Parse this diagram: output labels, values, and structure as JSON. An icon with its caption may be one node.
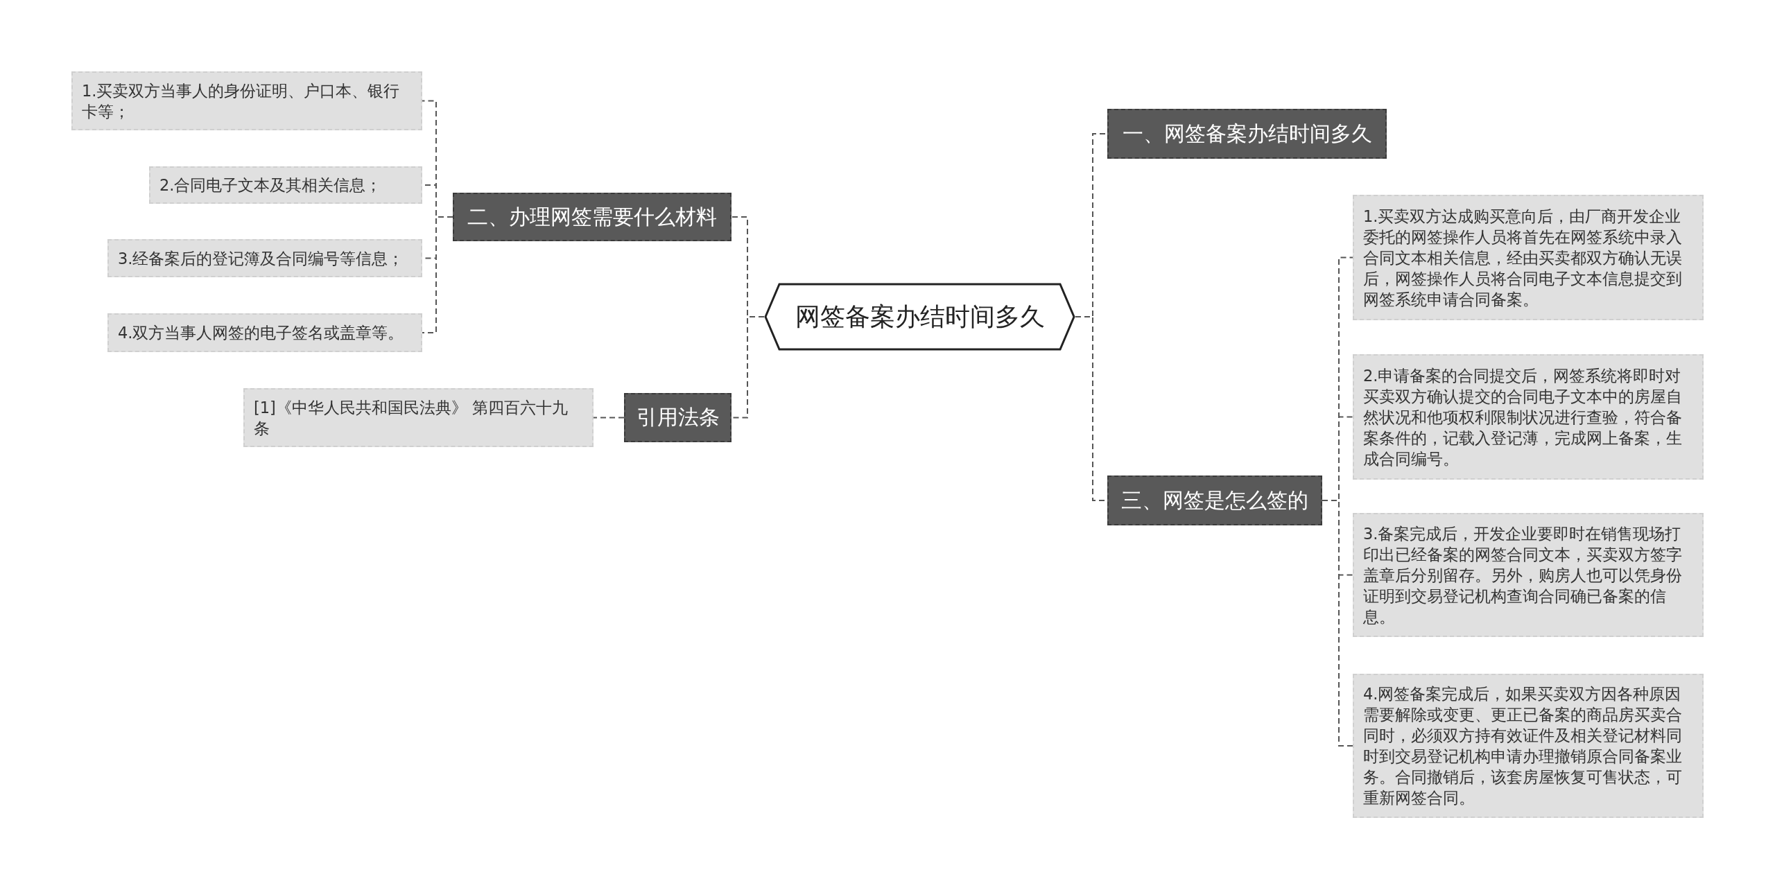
{
  "diagram": {
    "nodes": [
      {
        "text": [
          "网签备案办结时间多久"
        ]
      },
      {
        "text": [
          "二、办理网签需要什么材料"
        ]
      },
      {
        "text": [
          "1.买卖双方当事人的身份证明、户口本、银行卡等；"
        ]
      },
      {
        "text": [
          "2.合同电子文本及其相关信息；"
        ]
      },
      {
        "text": [
          "3.经备案后的登记簿及合同编号等信息；"
        ]
      },
      {
        "text": [
          "4.双方当事人网签的电子签名或盖章等。"
        ]
      },
      {
        "text": [
          "引用法条"
        ]
      },
      {
        "text": [
          "[1]《中华人民共和国民法典》 第四百六十九条"
        ]
      },
      {
        "text": [
          "一、网签备案办结时间多久"
        ]
      },
      {
        "text": [
          "三、网签是怎么签的"
        ]
      },
      {
        "text": [
          "1.买卖双方达成购买意向后，由厂商开发企业委托的网签操作人员将首先在网签系统中录入合同文本相关信息，经由买卖都双方确认无误后，网签操作人员将合同电子文本信息提交到网签系统申请合同备案。"
        ]
      },
      {
        "text": [
          "2.申请备案的合同提交后，网签系统将即时对买卖双方确认提交的合同电子文本中的房屋自然状况和他项权利限制状况进行查验，符合备案条件的，记载入登记薄，完成网上备案，生成合同编号。"
        ]
      },
      {
        "text": [
          "3.备案完成后，开发企业要即时在销售现场打印出已经备案的网签合同文本，买卖双方签字盖章后分别留存。另外，购房人也可以凭身份证明到交易登记机构查询合同确已备案的信息。"
        ]
      },
      {
        "text": [
          "4.网签备案完成后，如果买卖双方因各种原因需要解除或变更、更正已备案的商品房买卖合同时，必须双方持有效证件及相关登记材料同时到交易登记机构申请办理撤销原合同备案业务。合同撤销后，该套房屋恢复可售状态，可重新网签合同。"
        ]
      }
    ],
    "edges": [
      {
        "from": 0,
        "to": 1,
        "arrow": "none"
      },
      {
        "from": 1,
        "to": 2,
        "arrow": "none"
      },
      {
        "from": 1,
        "to": 3,
        "arrow": "none"
      },
      {
        "from": 1,
        "to": 4,
        "arrow": "none"
      },
      {
        "from": 1,
        "to": 5,
        "arrow": "none"
      },
      {
        "from": 0,
        "to": 6,
        "arrow": "none"
      },
      {
        "from": 6,
        "to": 7,
        "arrow": "none"
      },
      {
        "from": 0,
        "to": 8,
        "arrow": "none"
      },
      {
        "from": 0,
        "to": 9,
        "arrow": "none"
      },
      {
        "from": 9,
        "to": 10,
        "arrow": "none"
      },
      {
        "from": 9,
        "to": 11,
        "arrow": "none"
      },
      {
        "from": 9,
        "to": 12,
        "arrow": "none"
      },
      {
        "from": 9,
        "to": 13,
        "arrow": "none"
      }
    ]
  }
}
